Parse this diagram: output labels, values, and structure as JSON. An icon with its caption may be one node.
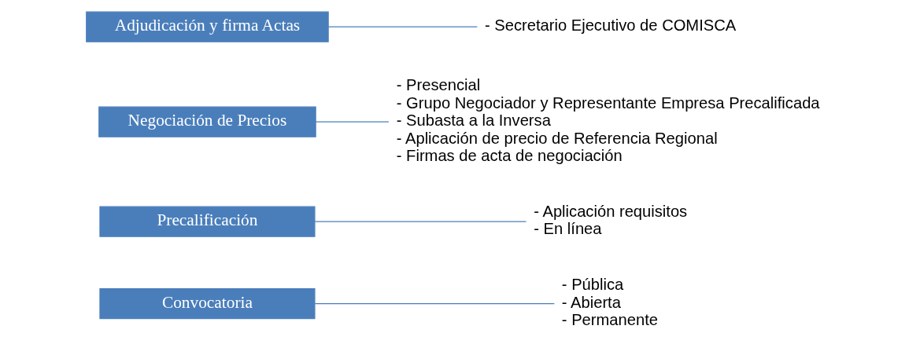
{
  "diagram": {
    "nodes": [
      {
        "text": [
          "Convocatoria"
        ]
      },
      {
        "text": [
          "- Pública",
          "- Abierta",
          "- Permanente"
        ]
      },
      {
        "text": [
          "Precalificación"
        ]
      },
      {
        "text": [
          "- Aplicación requisitos",
          "- En línea"
        ]
      },
      {
        "text": [
          "Negociación de Precios"
        ]
      },
      {
        "text": [
          "- Presencial",
          "- Grupo Negociador y Representante Empresa Precalificada",
          "- Subasta a la Inversa",
          "- Aplicación de precio de Referencia Regional",
          "- Firmas de acta de negociación"
        ]
      },
      {
        "text": [
          "Adjudicación y firma Actas"
        ]
      },
      {
        "text": [
          "- Secretario Ejecutivo de COMISCA"
        ]
      }
    ],
    "edges": [
      {
        "from": 0,
        "to": 1,
        "arrow": "none",
        "color": "#4a7ebb"
      },
      {
        "from": 2,
        "to": 3,
        "arrow": "none",
        "color": "#4a7ebb"
      },
      {
        "from": 4,
        "to": 5,
        "arrow": "none",
        "color": "#4a7ebb"
      },
      {
        "from": 6,
        "to": 7,
        "arrow": "none",
        "color": "#4a7ebb"
      }
    ]
  }
}
